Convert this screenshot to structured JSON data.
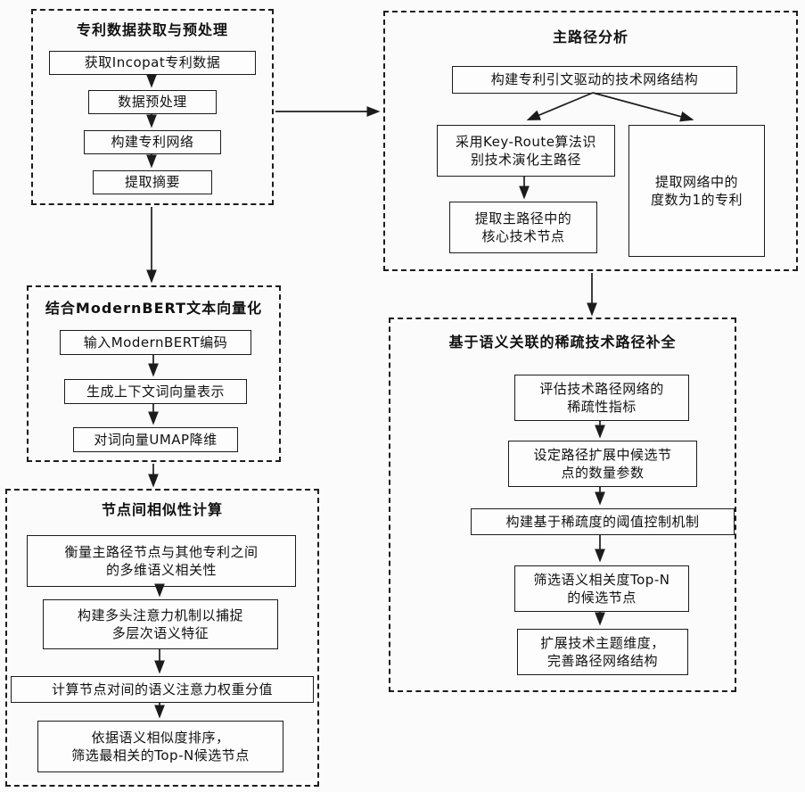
{
  "groups": [
    {
      "id": "patent-preprocessing",
      "title": "专利数据获取与预处理",
      "steps": [
        "获取Incopat专利数据",
        "数据预处理",
        "构建专利网络",
        "提取摘要"
      ]
    },
    {
      "id": "main-path-analysis",
      "title": "主路径分析",
      "steps": [
        "构建专利引文驱动的技术网络结构",
        "采用Key-Route算法识\n别技术演化主路径",
        "提取网络中的\n度数为1的专利",
        "提取主路径中的\n核心技术节点"
      ]
    },
    {
      "id": "modernbert-vectorization",
      "title": "结合ModernBERT文本向量化",
      "steps": [
        "输入ModernBERT编码",
        "生成上下文词向量表示",
        "对词向量UMAP降维"
      ]
    },
    {
      "id": "node-similarity",
      "title": "节点间相似性计算",
      "steps": [
        "衡量主路径节点与其他专利之间\n的多维语义相关性",
        "构建多头注意力机制以捕捉\n多层次语义特征",
        "计算节点对间的语义注意力权重分值",
        "依据语义相似度排序，\n筛选最相关的Top-N候选节点"
      ]
    },
    {
      "id": "sparse-path-completion",
      "title": "基于语义关联的稀疏技术路径补全",
      "steps": [
        "评估技术路径网络的\n稀疏性指标",
        "设定路径扩展中候选节\n点的数量参数",
        "构建基于稀疏度的阈值控制机制",
        "筛选语义相关度Top-N\n的候选节点",
        "扩展技术主题维度，\n完善路径网络结构"
      ]
    }
  ],
  "colors": {
    "line": "#1c1c1c",
    "box_border": "#1c1c1c",
    "background": "#fbfbfb"
  }
}
